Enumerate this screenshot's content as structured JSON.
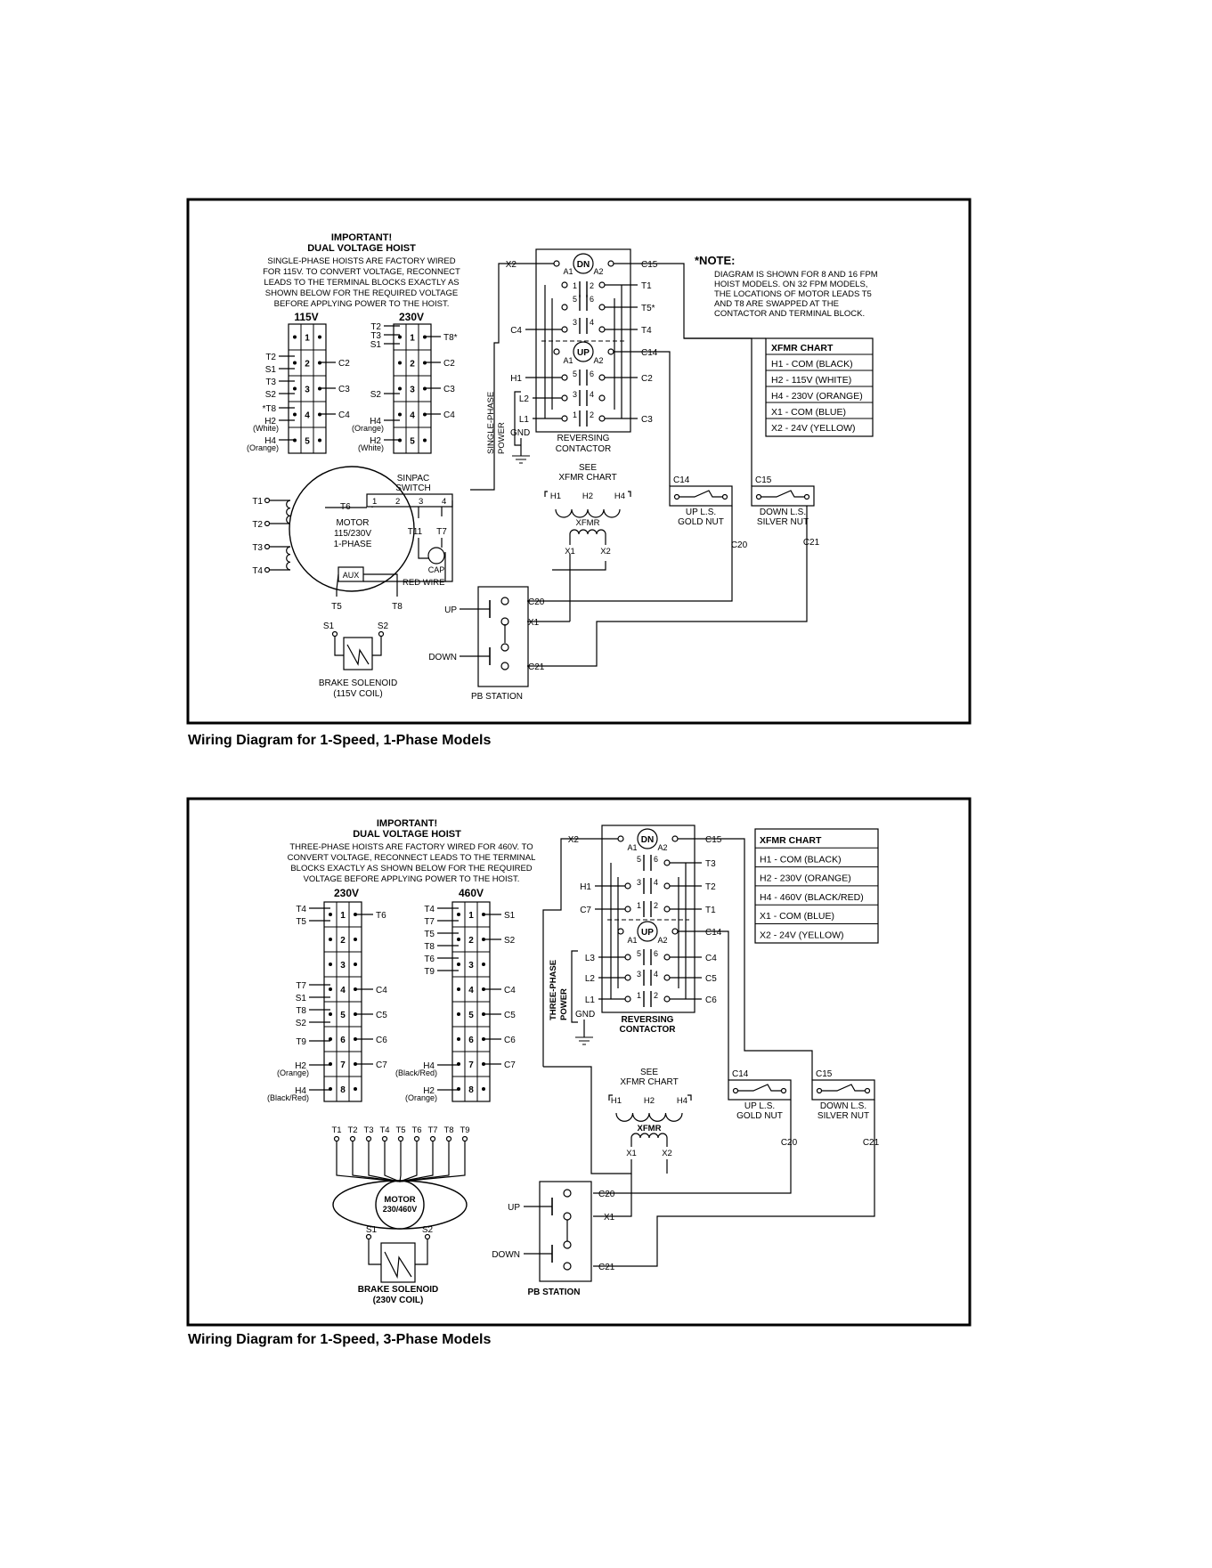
{
  "figures": [
    {
      "caption": "Wiring Diagram for 1-Speed, 1-Phase Models",
      "important_title": "IMPORTANT!",
      "important_subtitle": "DUAL VOLTAGE HOIST",
      "important_lines": [
        "SINGLE-PHASE HOISTS ARE FACTORY WIRED",
        "FOR 115V. TO CONVERT VOLTAGE, RECONNECT",
        "LEADS TO THE TERMINAL BLOCKS EXACTLY AS",
        "SHOWN BELOW FOR THE REQUIRED VOLTAGE",
        "BEFORE APPLYING POWER TO THE HOIST."
      ],
      "note_title": "*NOTE:",
      "note_lines": [
        "DIAGRAM IS SHOWN FOR 8 AND 16 FPM",
        "HOIST MODELS. ON 32 FPM MODELS,",
        "THE LOCATIONS OF MOTOR LEADS T5",
        "AND T8 ARE SWAPPED AT THE",
        "CONTACTOR AND TERMINAL BLOCK."
      ],
      "xfmr_chart": [
        "XFMR CHART",
        "H1 - COM (BLACK)",
        "H2 - 115V (WHITE)",
        "H4 - 230V (ORANGE)",
        "X1 - COM (BLUE)",
        "X2 - 24V (YELLOW)"
      ],
      "tb_left_title": "115V",
      "tb_right_title": "230V",
      "tb_numbers": [
        "1",
        "2",
        "3",
        "4",
        "5"
      ],
      "tb_left_leads": [
        "T2",
        "S1",
        "T3",
        "S2",
        "*T8",
        "H2",
        "(White)",
        "H4",
        "(Orange)"
      ],
      "tb_left_right": [
        "C2",
        "C3",
        "C4"
      ],
      "tb_right_leads": [
        "T2",
        "T3",
        "S1",
        "S2",
        "H4",
        "(Orange)",
        "H2",
        "(White)"
      ],
      "tb_right_right": [
        "T8*",
        "C2",
        "C3",
        "C4"
      ],
      "contactor_label": [
        "REVERSING",
        "CONTACTOR"
      ],
      "contactor_terms": [
        "X2",
        "A1",
        "A2",
        "C15",
        "T1",
        "T5*",
        "C4",
        "T4",
        "C14",
        "H1",
        "C2",
        "L2",
        "L1",
        "C3",
        "GND"
      ],
      "contactor_nums": [
        "5",
        "6",
        "3",
        "4",
        "1",
        "2"
      ],
      "dn": "DN",
      "up": "UP",
      "power_label": [
        "SINGLE-PHASE",
        "POWER"
      ],
      "see_xfmr": [
        "SEE",
        "XFMR CHART"
      ],
      "xfmr_terms": [
        "H1",
        "H2",
        "H4",
        "XFMR",
        "X1",
        "X2"
      ],
      "limit_up": [
        "C14",
        "UP L.S.",
        "GOLD NUT",
        "C20"
      ],
      "limit_down": [
        "C15",
        "DOWN L.S.",
        "SILVER NUT",
        "C21"
      ],
      "motor_label": [
        "MOTOR",
        "115/230V",
        "1-PHASE"
      ],
      "motor_leads": [
        "T1",
        "T2",
        "T3",
        "T4",
        "T6",
        "T5",
        "T8",
        "T11",
        "T7",
        "AUX",
        "CAP",
        "RED WIRE"
      ],
      "sinpac": [
        "SINPAC",
        "SWITCH"
      ],
      "sinpac_nums": [
        "1",
        "2",
        "3",
        "4"
      ],
      "brake": [
        "S1",
        "S2",
        "BRAKE SOLENOID",
        "(115V COIL)"
      ],
      "pb": [
        "UP",
        "DOWN",
        "C20",
        "X1",
        "C21",
        "PB STATION"
      ]
    },
    {
      "caption": "Wiring Diagram for 1-Speed, 3-Phase Models",
      "important_title": "IMPORTANT!",
      "important_subtitle": "DUAL VOLTAGE HOIST",
      "important_lines": [
        "THREE-PHASE HOISTS ARE FACTORY WIRED FOR 460V. TO",
        "CONVERT VOLTAGE, RECONNECT LEADS TO THE TERMINAL",
        "BLOCKS EXACTLY AS SHOWN BELOW FOR THE REQUIRED",
        "VOLTAGE BEFORE APPLYING POWER TO THE HOIST."
      ],
      "xfmr_chart": [
        "XFMR CHART",
        "H1 - COM (BLACK)",
        "H2 - 230V (ORANGE)",
        "H4 - 460V (BLACK/RED)",
        "X1 - COM (BLUE)",
        "X2 - 24V (YELLOW)"
      ],
      "tb_left_title": "230V",
      "tb_right_title": "460V",
      "tb_numbers": [
        "1",
        "2",
        "3",
        "4",
        "5",
        "6",
        "7",
        "8"
      ],
      "tb_left_leads": [
        "T4",
        "T5",
        "T7",
        "S1",
        "T8",
        "S2",
        "T9",
        "H2",
        "(Orange)",
        "H4",
        "(Black/Red)"
      ],
      "tb_left_right": [
        "T6",
        "C4",
        "C5",
        "C6",
        "C7"
      ],
      "tb_right_leads": [
        "T4",
        "T7",
        "T5",
        "T8",
        "T6",
        "T9",
        "H4",
        "(Black/Red)",
        "H2",
        "(Orange)"
      ],
      "tb_right_right": [
        "S1",
        "S2",
        "C4",
        "C5",
        "C6",
        "C7"
      ],
      "contactor_label": [
        "REVERSING",
        "CONTACTOR"
      ],
      "contactor_terms": [
        "X2",
        "A1",
        "A2",
        "C15",
        "T3",
        "H1",
        "T2",
        "C7",
        "T1",
        "C14",
        "L3",
        "C4",
        "L2",
        "C5",
        "L1",
        "C6",
        "GND"
      ],
      "contactor_nums": [
        "5",
        "6",
        "3",
        "4",
        "1",
        "2"
      ],
      "dn": "DN",
      "up": "UP",
      "power_label": [
        "THREE-PHASE",
        "POWER"
      ],
      "see_xfmr": [
        "SEE",
        "XFMR CHART"
      ],
      "xfmr_terms": [
        "H1",
        "H2",
        "H4",
        "XFMR",
        "X1",
        "X2"
      ],
      "limit_up": [
        "C14",
        "UP L.S.",
        "GOLD NUT",
        "C20"
      ],
      "limit_down": [
        "C15",
        "DOWN L.S.",
        "SILVER NUT",
        "C21"
      ],
      "motor_label": [
        "MOTOR",
        "230/460V"
      ],
      "motor_leads": [
        "T1",
        "T2",
        "T3",
        "T4",
        "T5",
        "T6",
        "T7",
        "T8",
        "T9"
      ],
      "brake": [
        "S1",
        "S2",
        "BRAKE SOLENOID",
        "(230V COIL)"
      ],
      "pb": [
        "UP",
        "DOWN",
        "C20",
        "X1",
        "C21",
        "PB STATION"
      ]
    }
  ]
}
